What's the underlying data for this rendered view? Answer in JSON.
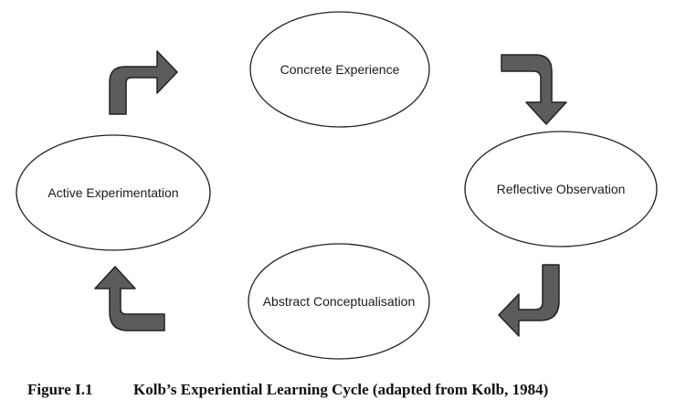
{
  "nodes": {
    "concrete_experience": "Concrete Experience",
    "reflective_observation": "Reflective Observation",
    "abstract_conceptualisation": "Abstract Conceptualisation",
    "active_experimentation": "Active Experimentation"
  },
  "caption": {
    "number": "Figure I.1",
    "title": "Kolb’s Experiential Learning Cycle (adapted from Kolb, 1984)"
  },
  "colors": {
    "arrow_fill": "#5c5c5c",
    "arrow_stroke": "#222222",
    "ellipse_stroke": "#222222"
  }
}
